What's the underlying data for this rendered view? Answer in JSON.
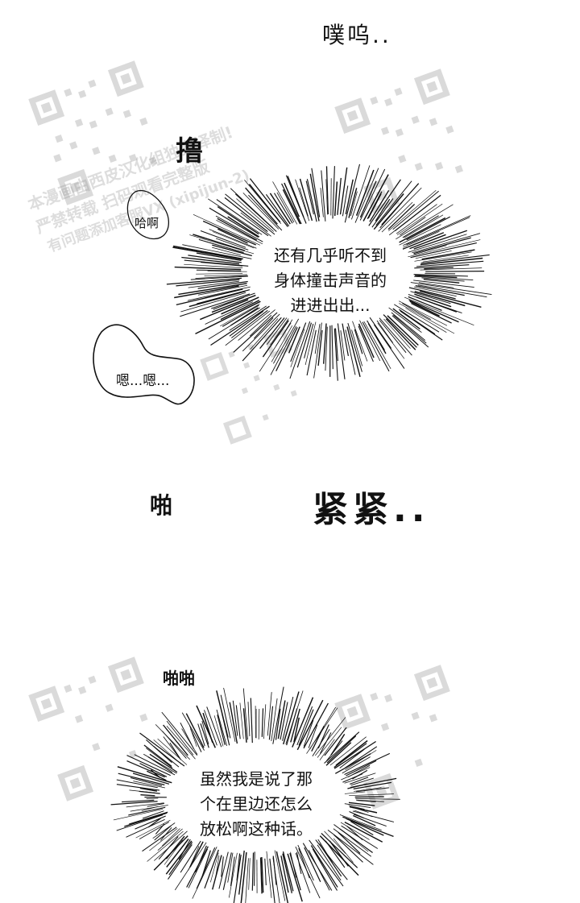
{
  "sfx": {
    "puwu": "噗呜..",
    "lu": "撸",
    "haa": "哈啊",
    "enen": "嗯...嗯...",
    "pa": "啪",
    "jinjin": "紧紧..",
    "papa": "啪啪"
  },
  "bubbles": {
    "first": {
      "lines": [
        "还有几乎听不到",
        "身体撞击声音的",
        "进进出出..."
      ]
    },
    "second": {
      "lines": [
        "虽然我是说了那",
        "个在里边还怎么",
        "放松啊这种话。"
      ]
    }
  },
  "watermark": {
    "line1": "本漫画由西皮汉化组独家译制!",
    "line2": "严禁转载 扫码观看完整版",
    "line3": "有问题添加客服VX (xipijun-2)"
  },
  "colors": {
    "ink": "#111111",
    "watermark": "#9a9a9a",
    "background": "#ffffff"
  }
}
